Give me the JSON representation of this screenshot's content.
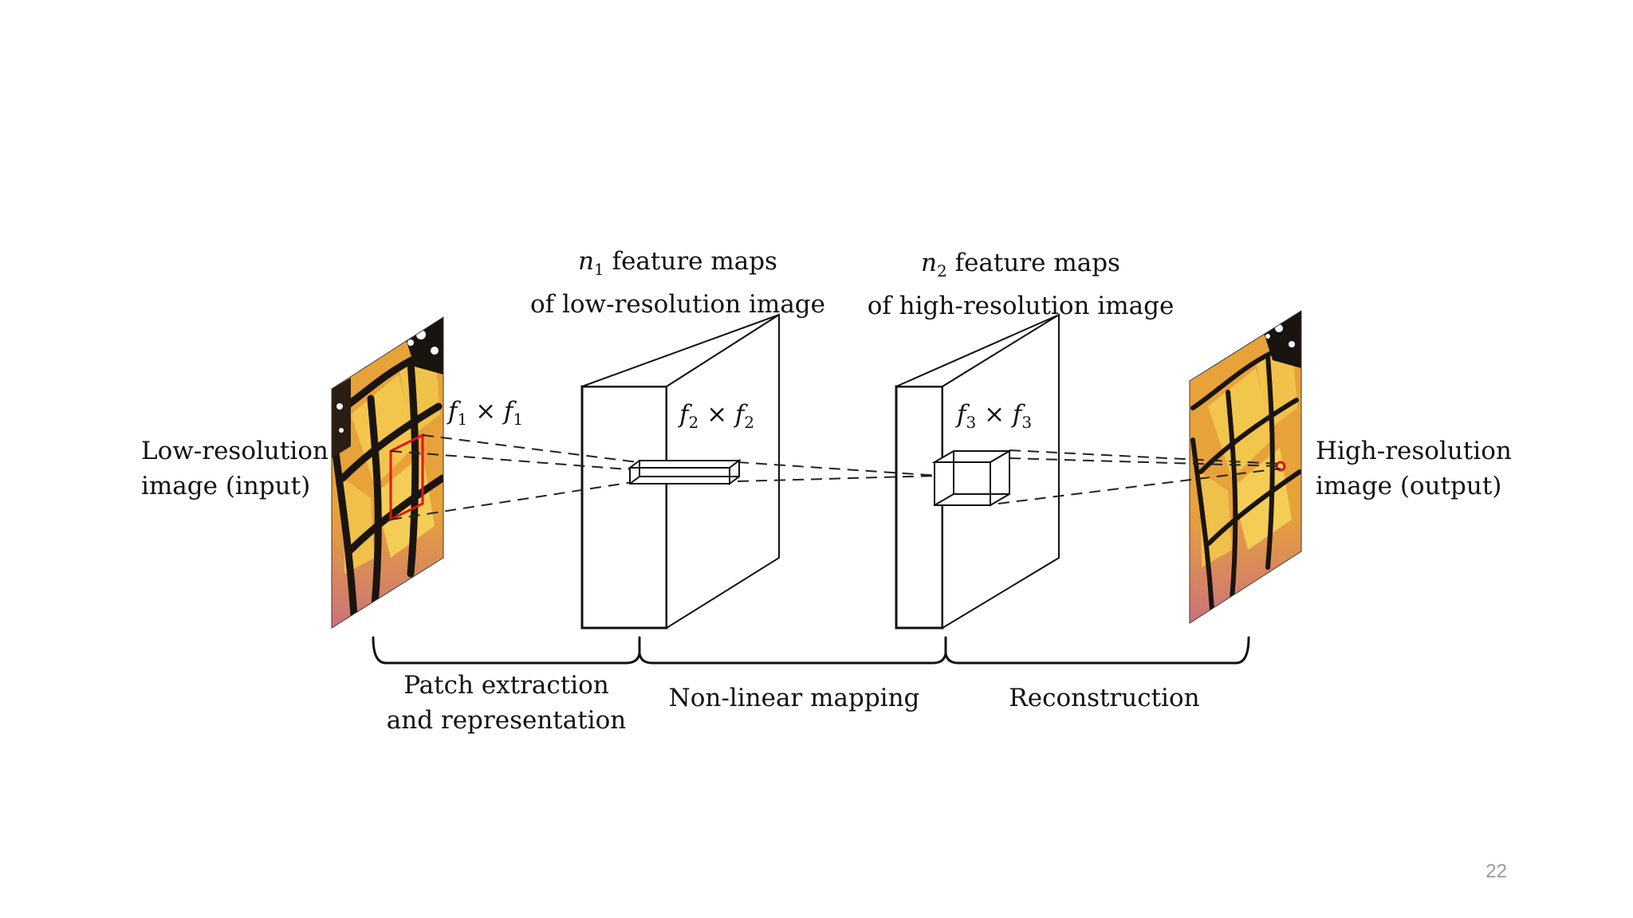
{
  "labels": {
    "input_line1": "Low-resolution",
    "input_line2": "image (input)",
    "output_line1": "High-resolution",
    "output_line2": "image (output)",
    "n1_var": "n",
    "n1_sub": "1",
    "n1_line1_rest": "feature maps",
    "n1_line2": "of low-resolution image",
    "n2_var": "n",
    "n2_sub": "2",
    "n2_line1_rest": "feature maps",
    "n2_line2": "of high-resolution image",
    "filter1": {
      "a": "f",
      "a_sub": "1",
      "times": "×",
      "b": "f",
      "b_sub": "1"
    },
    "filter2": {
      "a": "f",
      "a_sub": "2",
      "times": "×",
      "b": "f",
      "b_sub": "2"
    },
    "filter3": {
      "a": "f",
      "a_sub": "3",
      "times": "×",
      "b": "f",
      "b_sub": "3"
    },
    "stage1_line1": "Patch extraction",
    "stage1_line2": "and representation",
    "stage2": "Non-linear mapping",
    "stage3": "Reconstruction"
  },
  "page_number": "22",
  "colors": {
    "line": "#111111",
    "patch_highlight": "#e0141c",
    "butterfly_orange": "#e39a2a",
    "butterfly_yellow": "#f0c24a",
    "butterfly_black": "#1a1410",
    "butterfly_pink": "#c46a86"
  }
}
